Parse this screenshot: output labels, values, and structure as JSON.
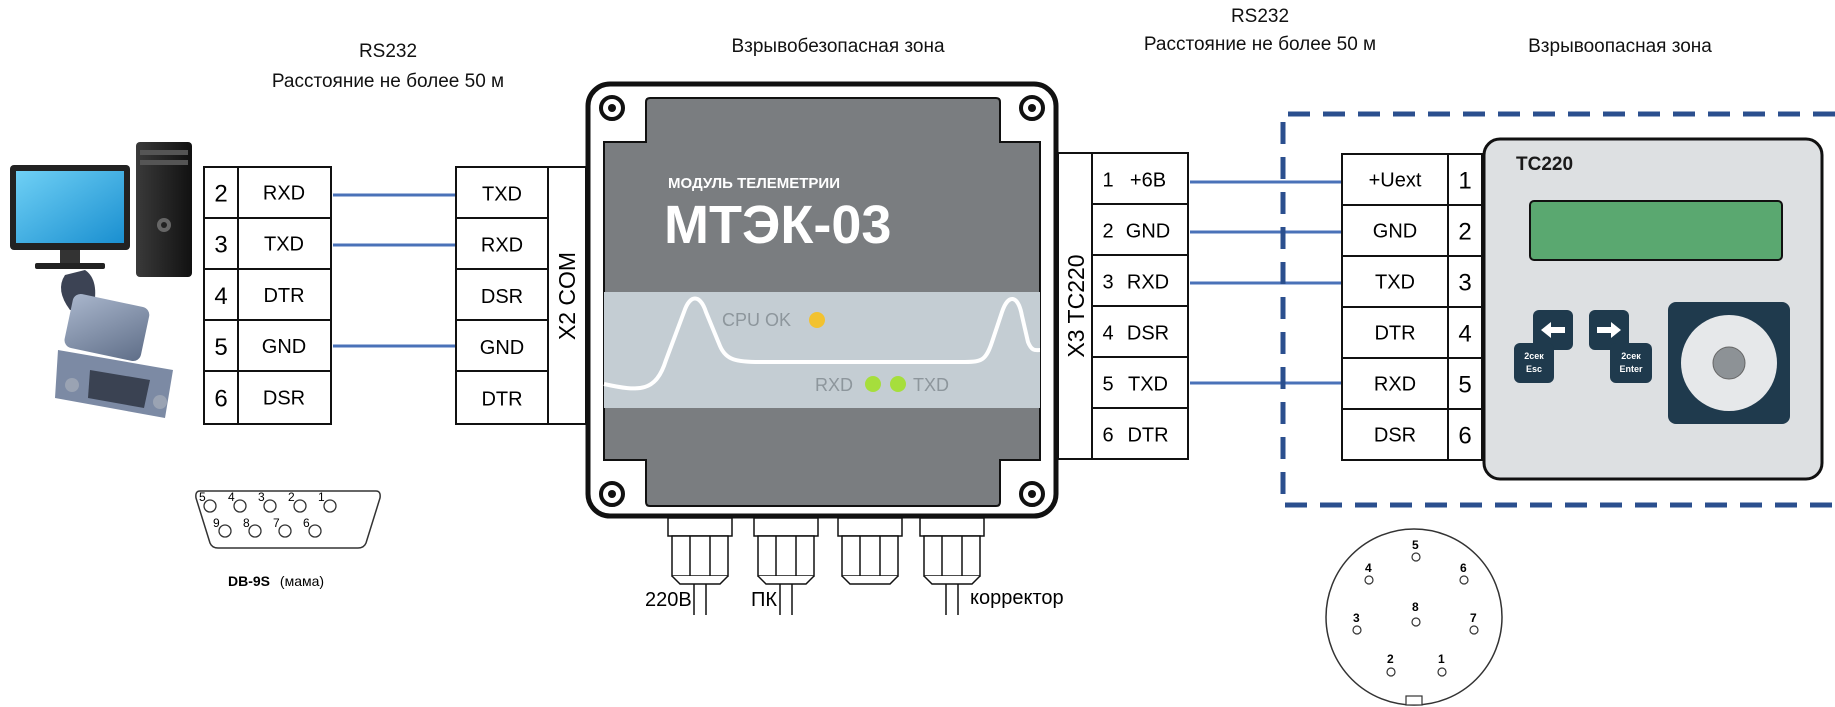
{
  "labels": {
    "left_rs232": "RS232",
    "left_distance": "Расстояние не более 50 м",
    "safe_zone": "Взрывобезопасная зона",
    "right_rs232": "RS232",
    "right_distance": "Расстояние не более 50 м",
    "hazard_zone": "Взрывоопасная зона"
  },
  "pc_connector": {
    "rows": [
      {
        "num": "2",
        "signal": "RXD"
      },
      {
        "num": "3",
        "signal": "TXD"
      },
      {
        "num": "4",
        "signal": "DTR"
      },
      {
        "num": "5",
        "signal": "GND"
      },
      {
        "num": "6",
        "signal": "DSR"
      }
    ],
    "db9_label_bold": "DB-9S",
    "db9_label_note": "(мама)",
    "db9_top_pins": [
      "5",
      "4",
      "3",
      "2",
      "1"
    ],
    "db9_bottom_pins": [
      "9",
      "8",
      "7",
      "6"
    ]
  },
  "x2": {
    "label": "X2 COM",
    "rows": [
      "TXD",
      "RXD",
      "DSR",
      "GND",
      "DTR"
    ]
  },
  "module": {
    "subtitle": "МОДУЛЬ ТЕЛЕМЕТРИИ",
    "title": "МТЭК-03",
    "cpu_label": "CPU OK",
    "rxd_label": "RXD",
    "txd_label": "TXD",
    "led_cpu_color": "#f2c230",
    "led_data_color": "#a6de3c",
    "gland_220": "220В",
    "gland_pc": "ПК",
    "gland_corrector": "корректор"
  },
  "x3": {
    "label": "X3 TC220",
    "rows": [
      {
        "num": "1",
        "signal": "+6В"
      },
      {
        "num": "2",
        "signal": "GND"
      },
      {
        "num": "3",
        "signal": "RXD"
      },
      {
        "num": "4",
        "signal": "DSR"
      },
      {
        "num": "5",
        "signal": "TXD"
      },
      {
        "num": "6",
        "signal": "DTR"
      }
    ]
  },
  "tc220_connector": {
    "rows": [
      {
        "signal": "+Uext",
        "num": "1"
      },
      {
        "signal": "GND",
        "num": "2"
      },
      {
        "signal": "TXD",
        "num": "3"
      },
      {
        "signal": "DTR",
        "num": "4"
      },
      {
        "signal": "RXD",
        "num": "5"
      },
      {
        "signal": "DSR",
        "num": "6"
      }
    ]
  },
  "tc220": {
    "title": "TC220",
    "btn_esc_line1": "2сек",
    "btn_esc_line2": "Esc",
    "btn_enter_line1": "2сек",
    "btn_enter_line2": "Enter",
    "display_color": "#5aa870"
  },
  "round_connector": {
    "pins": [
      "5",
      "4",
      "6",
      "8",
      "3",
      "7",
      "2",
      "1"
    ]
  },
  "colors": {
    "wire": "#4a72b8",
    "zone_border": "#2b4f8e"
  }
}
